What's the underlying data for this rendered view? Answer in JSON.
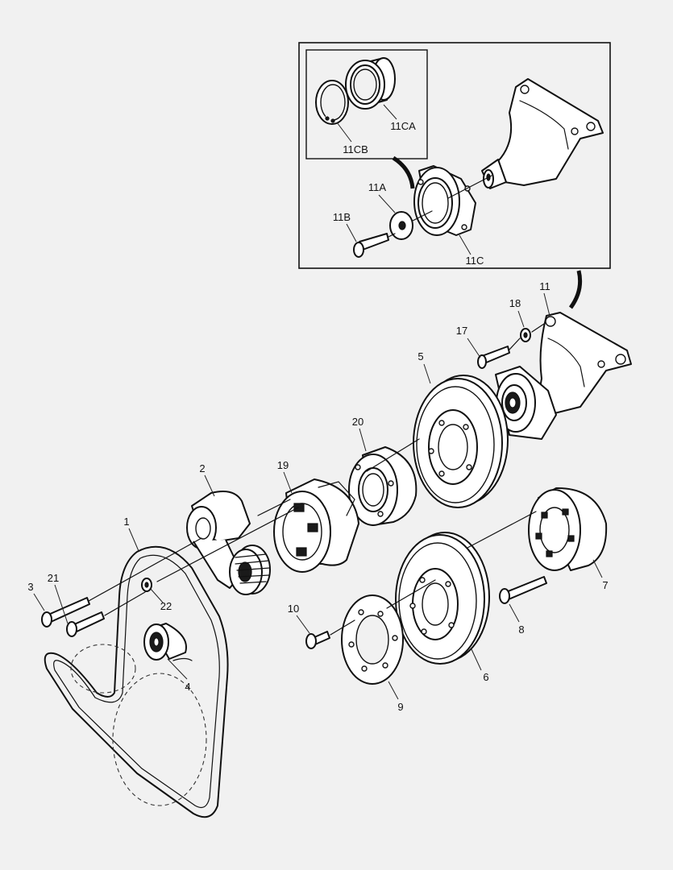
{
  "callouts": {
    "c1": "1",
    "c2": "2",
    "c3": "3",
    "c4": "4",
    "c5": "5",
    "c6": "6",
    "c7": "7",
    "c8": "8",
    "c9": "9",
    "c10": "10",
    "c11": "11",
    "c11a": "11A",
    "c11b": "11B",
    "c11c": "11C",
    "c11ca": "11CA",
    "c11cb": "11CB",
    "c17": "17",
    "c18": "18",
    "c19": "19",
    "c20": "20",
    "c21": "21",
    "c22": "22"
  }
}
